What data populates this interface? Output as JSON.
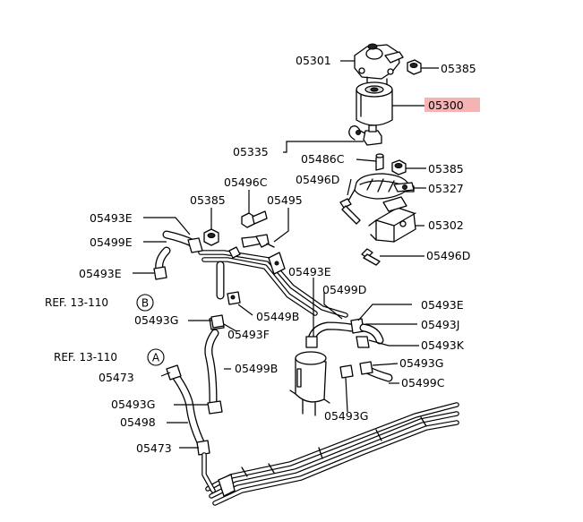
{
  "callouts": {
    "c05301": "05301",
    "c05385a": "05385",
    "c05300": "05300",
    "c05335": "05335",
    "c05486c": "05486C",
    "c05385b": "05385",
    "c05496d_top": "05496D",
    "c05327": "05327",
    "c05302": "05302",
    "c05496d_bot": "05496D",
    "c05496c": "05496C",
    "c05385c": "05385",
    "c05495": "05495",
    "c05493e_a": "05493E",
    "c05499e": "05499E",
    "c05493e_b": "05493E",
    "c05493e_c": "05493E",
    "c05499d": "05499D",
    "c05493e_d": "05493E",
    "c05493j": "05493J",
    "c05493k": "05493K",
    "c05493g_a": "05493G",
    "c05449b": "05449B",
    "c05493f": "05493F",
    "c05493g_b": "05493G",
    "c05499c": "05499C",
    "c05473_a": "05473",
    "c05499b": "05499B",
    "c05493g_c": "05493G",
    "c05498": "05498",
    "c05473_b": "05473",
    "c05493g_d": "05493G"
  },
  "references": {
    "ref_b_text": "REF. 13-110",
    "ref_b_letter": "B",
    "ref_a_text": "REF. 13-110",
    "ref_a_letter": "A"
  },
  "colors": {
    "highlight": "#f4b4b4",
    "line": "#000000"
  }
}
